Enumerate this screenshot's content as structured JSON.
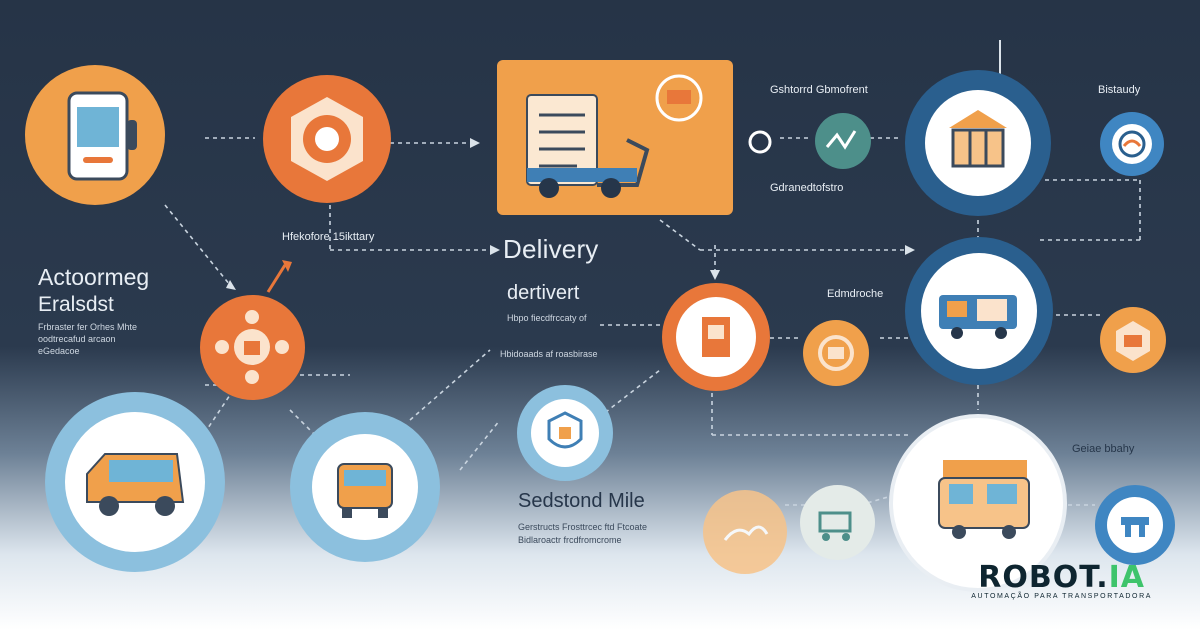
{
  "labels": {
    "top_right_a": "Gshtorrd Gbmofrent",
    "top_right_b": "Bistaudy",
    "top_right_c": "Gdranedtofstro",
    "mid_caption": "Hfekofore 15ikttary",
    "delivery_title": "Delivery",
    "delivery_sub": "dertivert",
    "delivery_note": "Hbpo fiecdfrccaty of",
    "left_title_1": "Actoormeg",
    "left_title_2": "Eralsdst",
    "left_note_1": "Frbraster fer Orhes Mhte",
    "left_note_2": "oodtrecafud arcaon",
    "left_note_3": "eGedacoe",
    "center_note": "Hbidoaads af roasbirase",
    "right_mid": "Edmdroche",
    "right_low": "Geiae bbahy",
    "second_title": "Sedstond Mile",
    "second_note_1": "Gerstructs Frosttrcec ftd Ftcoate",
    "second_note_2": "Bidlaroactr frcdfromcrome"
  },
  "icons": {
    "n1": "smartphone-map-icon",
    "n2": "package-hexagon-icon",
    "n3": "delivery-cart-icon",
    "n4": "route-pin-icon",
    "n5": "warehouse-icon",
    "n6": "globe-icon",
    "n7": "network-hub-icon",
    "n8": "document-icon",
    "n9": "truck-icon",
    "n10": "parcel-icon",
    "n11": "box-icon",
    "n12": "shield-house-icon",
    "n13": "van-icon",
    "n14": "car-icon",
    "n15": "hand-package-icon",
    "n16": "cart-icon",
    "n17": "bus-icon",
    "n18": "handshake-icon"
  },
  "colors": {
    "orange": "#f0a04b",
    "deep_orange": "#e8773a",
    "blue": "#3f7fb5",
    "light_blue": "#8cc0de",
    "navy": "#263447"
  },
  "brand": {
    "name_main": "ROB",
    "name_o": "O",
    "name_t": "T",
    "name_dot": ".",
    "name_ia": "IA",
    "tagline": "AUTOMAÇÃO PARA TRANSPORTADORA"
  }
}
